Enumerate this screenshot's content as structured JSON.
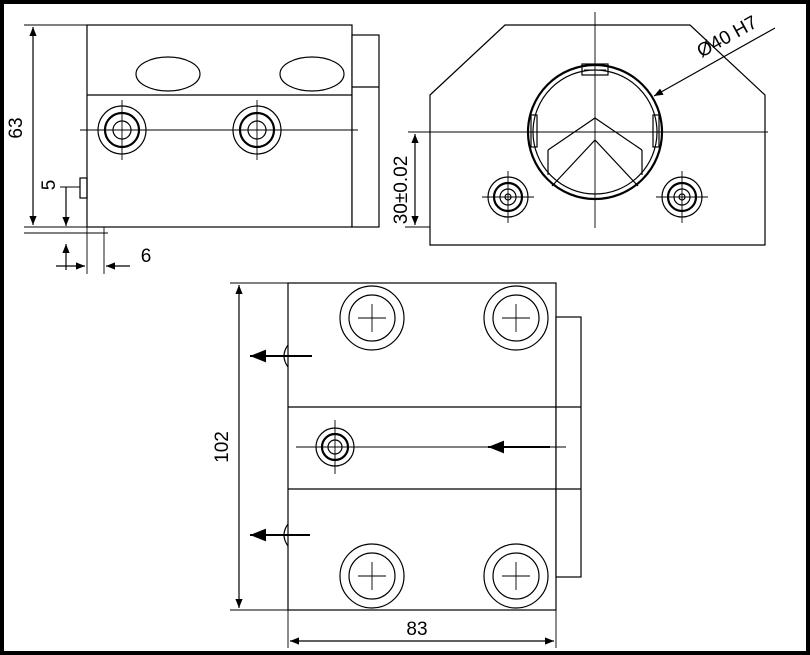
{
  "dimensions": {
    "height_side": "63",
    "bottom_offset": "5",
    "flange_width": "6",
    "center_height": "30±0.02",
    "bore": "Ø40 H7",
    "length": "102",
    "width": "83"
  },
  "colors": {
    "frame": "#000000",
    "paper": "#ffffff",
    "ink": "#000000"
  }
}
